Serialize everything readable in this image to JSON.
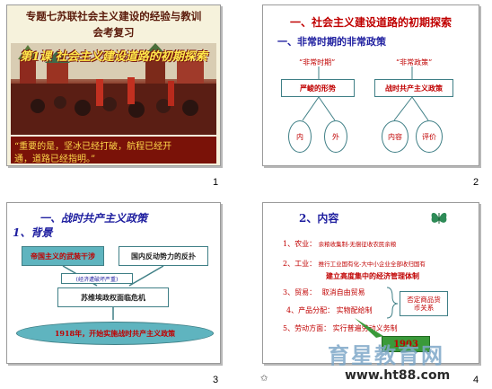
{
  "slide1": {
    "title_line1": "专题七苏联社会主义建设的经验与教训",
    "title_line2": "会考复习",
    "banner": "第1课 社会主义建设道路的初期探索",
    "quote_line1": "“重要的是，坚冰已经打破，航程已经开",
    "quote_line2": "通，道路已经指明。”",
    "page": "1"
  },
  "slide2": {
    "heading": "一、社会主义建设道路的初期探索",
    "subheading": "一、非常时期的非常政策",
    "label_left": "“非常时期”",
    "label_right": "“非常政策”",
    "box_left": "严峻的形势",
    "box_right": "战时共产主义政策",
    "circle_1": "内",
    "circle_2": "外",
    "circle_3": "内容",
    "circle_4": "评价",
    "page": "2"
  },
  "slide3": {
    "heading": "一、战时共产主义政策",
    "subheading": "1、背景",
    "box_1": "帝国主义的武装干涉",
    "box_2": "国内反动势力的反扑",
    "box_small": "(经济遭破坏严重)",
    "box_3": "苏维埃政权面临危机",
    "ellipse": "1918年，开始实施战时共产主义政策",
    "page": "3"
  },
  "slide4": {
    "heading": "2、内容",
    "items": [
      {
        "num": "1、",
        "label": "农业：",
        "text": "余粮收集制-无偿征收农民余粮"
      },
      {
        "num": "2、",
        "label": "工业：",
        "text": "推行工业国有化-大中小企业全部收归国有"
      },
      {
        "num": "",
        "label": "",
        "text": "建立高度集中的经济管理体制"
      },
      {
        "num": "3、",
        "label": "贸易：",
        "text": "取消自由贸易"
      },
      {
        "num": "4、",
        "label": "产品分配：",
        "text": "实物配给制"
      },
      {
        "num": "5、",
        "label": "劳动方面：",
        "text": "实行普遍劳动义务制"
      }
    ],
    "side_box_line1": "否定商品货",
    "side_box_line2": "币关系",
    "tooltip_year": "1903",
    "page": "4"
  },
  "watermark": {
    "text1": "育星教育网",
    "text2": "www.ht88.com"
  },
  "colors": {
    "dark_red": "#8b1a1a",
    "blue": "#0000cc",
    "red": "#cc0000",
    "teal": "#57a9b3",
    "green": "#2e8b57"
  }
}
